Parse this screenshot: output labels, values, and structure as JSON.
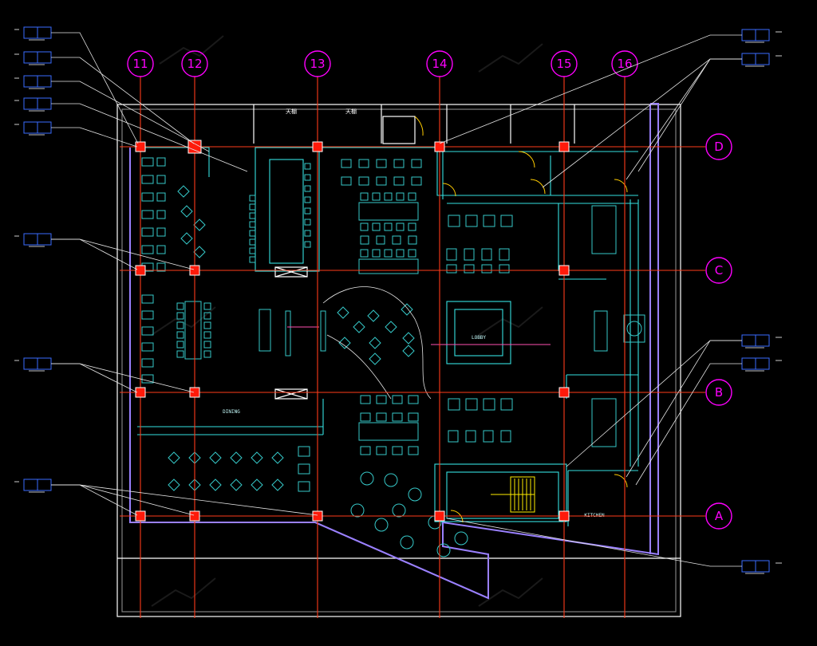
{
  "grid": {
    "columns": [
      "11",
      "12",
      "13",
      "14",
      "15",
      "16"
    ],
    "rows": [
      "D",
      "C",
      "B",
      "A"
    ]
  },
  "rooms": {
    "top_label_1": "天棚",
    "top_label_2": "天棚",
    "dining": "DINING",
    "lobby": "LOBBY",
    "kitchen": "KITCHEN"
  },
  "colors": {
    "grid": "#ff00ff",
    "column": "#ff1a0a",
    "wall": "#ffffff",
    "furniture": "#36c9c9",
    "accent": "#9a80ff",
    "tag": "#3a6bff"
  }
}
